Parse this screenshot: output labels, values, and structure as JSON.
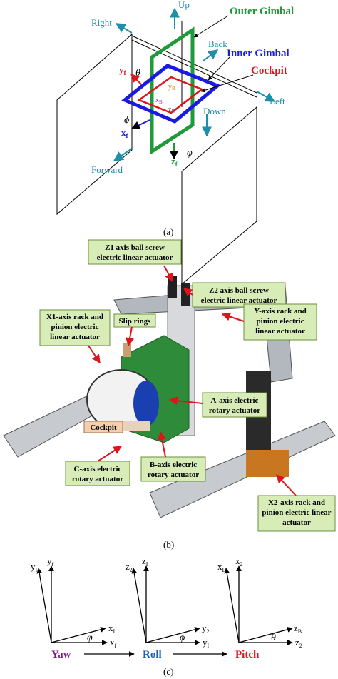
{
  "panel_a": {
    "caption": "(a)",
    "labels": {
      "up": "Up",
      "down": "Down",
      "right": "Right",
      "left": "Left",
      "back": "Back",
      "forward": "Forward",
      "outer_gimbal": "Outer Gimbal",
      "inner_gimbal": "Inner Gimbal",
      "cockpit": "Cockpit",
      "yf": "y",
      "yf_sub": "f",
      "xf": "x",
      "xf_sub": "f",
      "zf": "z",
      "zf_sub": "f",
      "yb": "y",
      "yb_sub": "B",
      "xb": "x",
      "xb_sub": "B",
      "zb": "z",
      "zb_sub": "B",
      "theta": "θ",
      "phi": "ϕ",
      "psi": "φ"
    },
    "colors": {
      "outer": "#1f9a3a",
      "inner": "#1a1ae0",
      "cockpit": "#e0121a",
      "dir": "#1d8fa8"
    }
  },
  "panel_b": {
    "caption": "(b)",
    "labels": {
      "z1": "Z1 axis ball screw electric linear actuator",
      "z2": "Z2 axis ball screw electric linear actuator",
      "x1": "X1-axis rack and pinion electric linear actuator",
      "slip": "Slip rings",
      "y": "Y-axis rack and pinion electric linear actuator",
      "a": "A-axis electric rotary actuator",
      "cockpit": "Cockpit",
      "c": "C-axis electric rotary actuator",
      "b": "B-axis electric rotary actuator",
      "x2": "X2-axis rack and pinion electric linear actuator"
    }
  },
  "panel_c": {
    "caption": "(c)",
    "steps": [
      "Yaw",
      "Roll",
      "Pitch"
    ],
    "step_colors": [
      "#7a1f8a",
      "#1a5fb4",
      "#e0121a"
    ],
    "frame1": {
      "up_a": "y",
      "up_a_sub": "I",
      "up_b": "y",
      "up_b_sub": "f",
      "right_a": "x",
      "right_a_sub": "I",
      "right_b": "x",
      "right_b_sub": "f",
      "angle": "φ"
    },
    "frame2": {
      "up_a": "z",
      "up_a_sub": "2",
      "up_b": "z",
      "up_b_sub": "I",
      "right_a": "y",
      "right_a_sub": "2",
      "right_b": "y",
      "right_b_sub": "I",
      "angle": "ϕ"
    },
    "frame3": {
      "up_a": "x",
      "up_a_sub": "B",
      "up_b": "x",
      "up_b_sub": "2",
      "right_a": "z",
      "right_a_sub": "B",
      "right_b": "z",
      "right_b_sub": "2",
      "angle": "θ"
    }
  }
}
